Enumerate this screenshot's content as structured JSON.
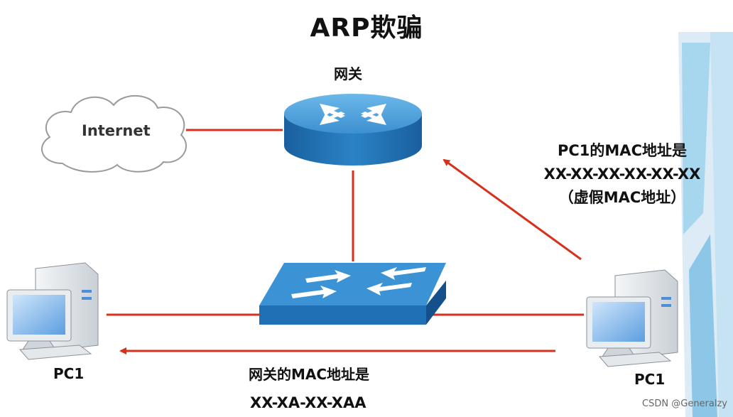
{
  "title": "ARP欺骗",
  "nodes": {
    "gateway_label": "网关",
    "internet_label": "Internet",
    "pc1_left_label": "PC1",
    "pc1_right_label": "PC1"
  },
  "annotations": {
    "to_gateway": {
      "line1": "PC1的MAC地址是",
      "line2": "XX-XX-XX-XX-XX-XX",
      "line3": "（虚假MAC地址）"
    },
    "to_pc1": {
      "line1": "网关的MAC地址是",
      "line2": "XX-XA-XX-XAA"
    }
  },
  "watermark": "CSDN @Generalzy",
  "colors": {
    "link": "#d7301c",
    "device_blue": "#2a83c6",
    "device_dark": "#15508a",
    "cloud_stroke": "#9a9a9a",
    "accent_stripe": "#a7d6ef"
  }
}
